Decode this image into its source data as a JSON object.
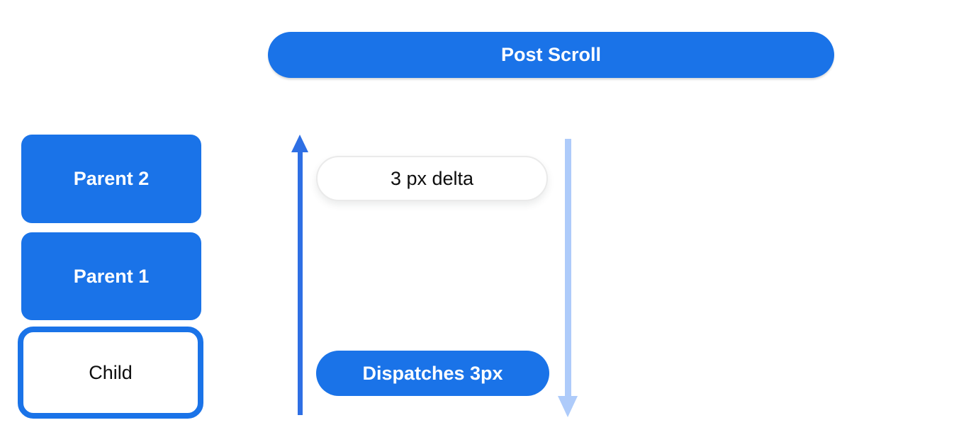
{
  "diagram": {
    "title": "Post Scroll",
    "nodes": [
      {
        "label": "Parent 2",
        "style": "filled"
      },
      {
        "label": "Parent 1",
        "style": "filled"
      },
      {
        "label": "Child",
        "style": "outlined"
      }
    ],
    "delta_label": "3 px delta",
    "dispatch_label": "Dispatches 3px",
    "icons": [
      {
        "name": "up-arrow-icon"
      },
      {
        "name": "down-arrow-icon"
      }
    ]
  },
  "colors": {
    "canvas_bg": "#ffffff",
    "primary_blue": "#1a73e8",
    "arrow_blue": "#2e6fe4",
    "light_blue": "#aecbfa",
    "pill_border": "#eaeaea",
    "text_dark": "#0d0d0d",
    "white": "#ffffff"
  }
}
